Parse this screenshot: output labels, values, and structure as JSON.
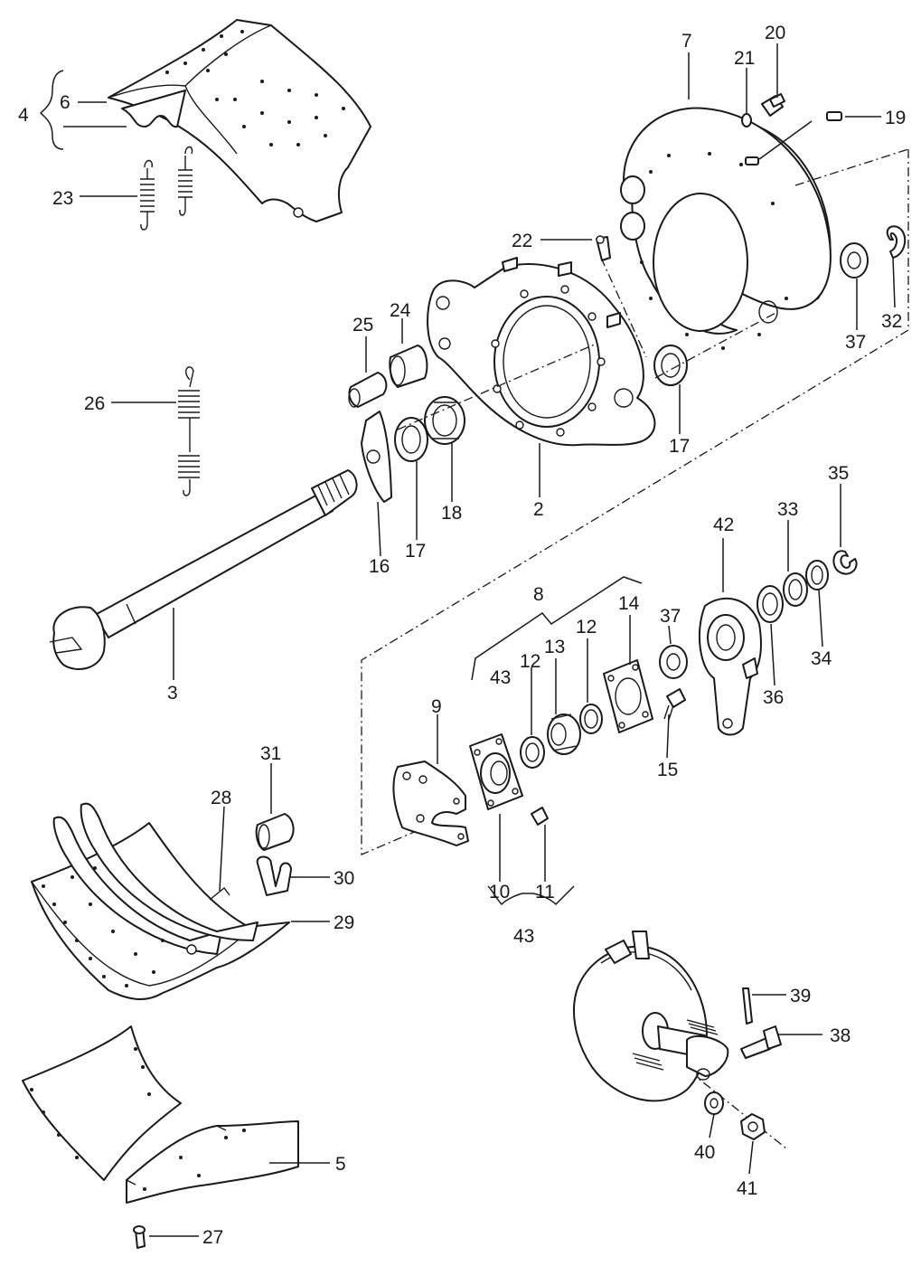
{
  "callouts": {
    "c2": "2",
    "c3": "3",
    "c4": "4",
    "c5": "5",
    "c6": "6",
    "c7": "7",
    "c8": "8",
    "c9": "9",
    "c10": "10",
    "c11": "11",
    "c12a": "12",
    "c12b": "12",
    "c13": "13",
    "c14": "14",
    "c15": "15",
    "c16": "16",
    "c17a": "17",
    "c17b": "17",
    "c18": "18",
    "c19": "19",
    "c20": "20",
    "c21": "21",
    "c22": "22",
    "c23": "23",
    "c24": "24",
    "c25": "25",
    "c26": "26",
    "c27": "27",
    "c28": "28",
    "c29": "29",
    "c30": "30",
    "c31": "31",
    "c32": "32",
    "c33": "33",
    "c34": "34",
    "c35": "35",
    "c36": "36",
    "c37a": "37",
    "c37b": "37",
    "c38": "38",
    "c39": "39",
    "c40": "40",
    "c41": "41",
    "c42": "42",
    "c43a": "43",
    "c43b": "43"
  }
}
